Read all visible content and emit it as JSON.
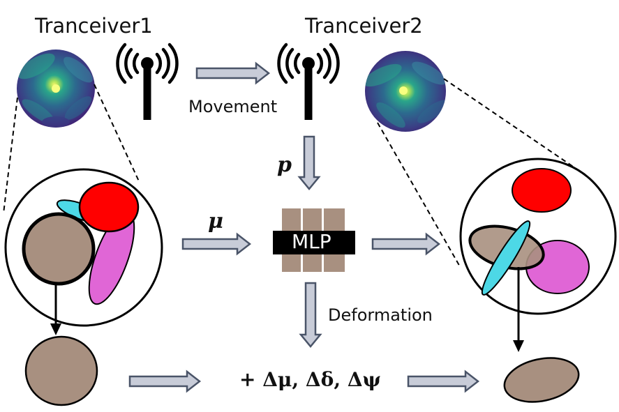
{
  "labels": {
    "transceiver1": "Tranceiver1",
    "transceiver2": "Tranceiver2",
    "movement": "Movement",
    "position": "p",
    "mu": "μ",
    "mlp": "MLP",
    "deformation": "Deformation",
    "delta_formula": "+ Δμ, Δδ, Δψ"
  },
  "colors": {
    "red": "#ff0000",
    "cyan": "#4dd8e6",
    "magenta": "#e066d6",
    "brown": "#a89080",
    "arrow_fill": "#c8ccd8",
    "arrow_stroke": "#4a5468",
    "mlp_box": "#000000",
    "mlp_blocks": "#a89080"
  },
  "icons": [
    "antenna-icon",
    "heatmap-field-icon"
  ]
}
